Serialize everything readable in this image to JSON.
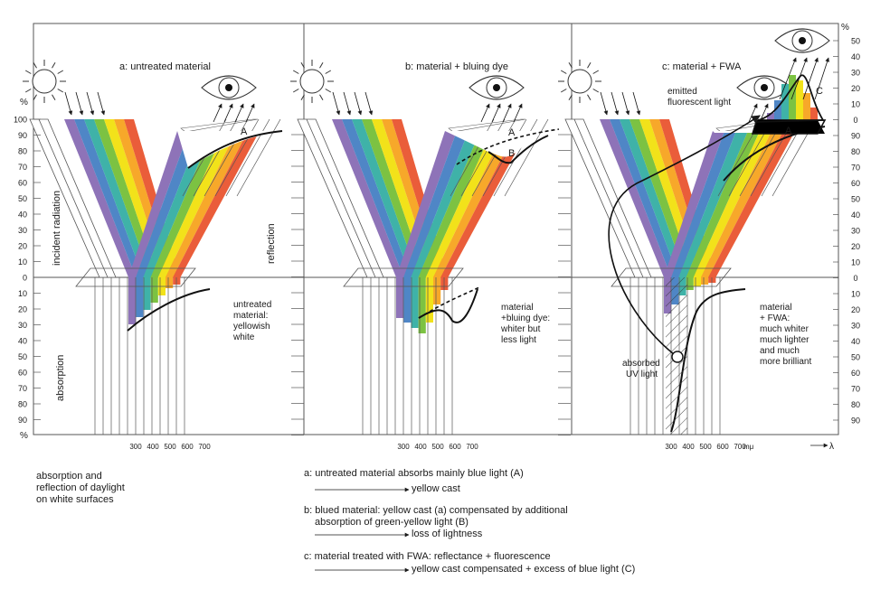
{
  "panels": [
    {
      "title": "a: untreated material",
      "label_a": "A",
      "side_left": "incident radiation",
      "side_right": "reflection",
      "side_bottom": "absorption",
      "bottom_note": [
        "untreated",
        "material:",
        "yellowish",
        "white"
      ]
    },
    {
      "title": "b: material + bluing dye",
      "label_a": "A",
      "label_b": "B",
      "bottom_note": [
        "material",
        "+bluing dye:",
        "whiter but",
        "less light"
      ]
    },
    {
      "title": "c: material + FWA",
      "label_a": "A",
      "label_c": "C",
      "emitted": [
        "emitted",
        "fluorescent light"
      ],
      "absorbed": [
        "absorbed",
        "UV light"
      ],
      "bottom_note": [
        "material",
        "+ FWA:",
        "much whiter",
        "much lighter",
        "and much",
        "more brilliant"
      ]
    }
  ],
  "scales": {
    "percent_symbol": "%",
    "main_ticks": [
      "100",
      "90",
      "80",
      "70",
      "60",
      "50",
      "40",
      "30",
      "20",
      "10",
      "0",
      "10",
      "20",
      "30",
      "40",
      "50",
      "60",
      "70",
      "80",
      "90"
    ],
    "right_ticks": [
      "50",
      "40",
      "30",
      "20",
      "10",
      "0",
      "90",
      "80",
      "70",
      "60",
      "50",
      "40",
      "30",
      "20",
      "10",
      "0",
      "10",
      "20",
      "30",
      "40",
      "50",
      "60",
      "70",
      "80",
      "90"
    ]
  },
  "wavelength_labels": [
    "300",
    "400",
    "500",
    "600",
    "700"
  ],
  "wavelength_unit": "mμ",
  "lambda_symbol": "λ",
  "caption": [
    "absorption and",
    "reflection of daylight",
    "on white surfaces"
  ],
  "notes": {
    "a": "a: untreated material absorbs mainly blue light (A)",
    "a_result": "yellow cast",
    "b": "b: blued material: yellow cast (a) compensated by additional",
    "b2": "absorption of green-yellow light (B)",
    "b_result": "loss of lightness",
    "c": "c: material treated with FWA: reflectance + fluorescence",
    "c_result": "yellow cast compensated + excess of blue light (C)"
  },
  "colors": {
    "spectrum": [
      "#8e73b8",
      "#4f86c6",
      "#3fb2a8",
      "#7cc242",
      "#f2e21a",
      "#f7a82a",
      "#ea5d3a"
    ]
  }
}
